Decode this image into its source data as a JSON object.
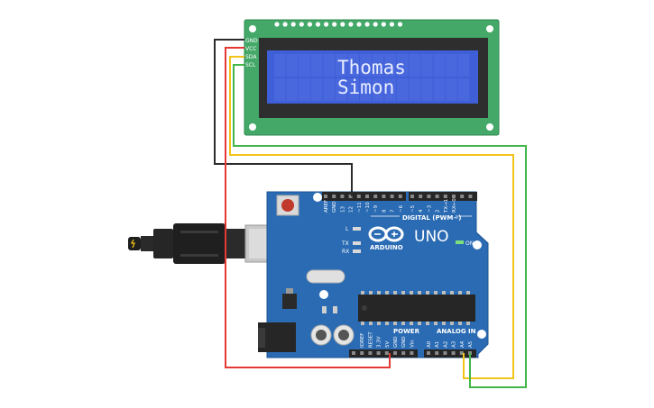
{
  "lcd": {
    "line1": "Thomas",
    "line2": "Simon",
    "pins": [
      "GND",
      "VCC",
      "SDA",
      "SCL"
    ]
  },
  "arduino": {
    "brand": "ARDUINO",
    "model": "UNO",
    "on_label": "ON",
    "led_l": "L",
    "led_tx": "TX",
    "led_rx": "RX",
    "digital_label": "DIGITAL (PWM~)",
    "analog_label": "ANALOG IN",
    "power_label": "POWER",
    "digital_pins": [
      "AREF",
      "GND",
      "13",
      "12",
      "~11",
      "~10",
      "~9",
      "8",
      "7",
      "~6",
      "~5",
      "4",
      "~3",
      "2",
      "TX→1",
      "RX←0"
    ],
    "power_pins": [
      "IOREF",
      "RESET",
      "3.3V",
      "5V",
      "GND",
      "GND",
      "Vin"
    ],
    "analog_pins": [
      "A0",
      "A1",
      "A2",
      "A3",
      "A4",
      "A5"
    ]
  },
  "colors": {
    "board": "#2a6bb3",
    "lcd_pcb": "#43a868",
    "lcd_screen": "#3f5fd8",
    "wire_gnd": "#2b2b2b",
    "wire_vcc": "#e53935",
    "wire_sda": "#f2c318",
    "wire_scl": "#42b648"
  },
  "icons": [
    "usb-cable-icon",
    "arduino-infinity-logo-icon"
  ]
}
